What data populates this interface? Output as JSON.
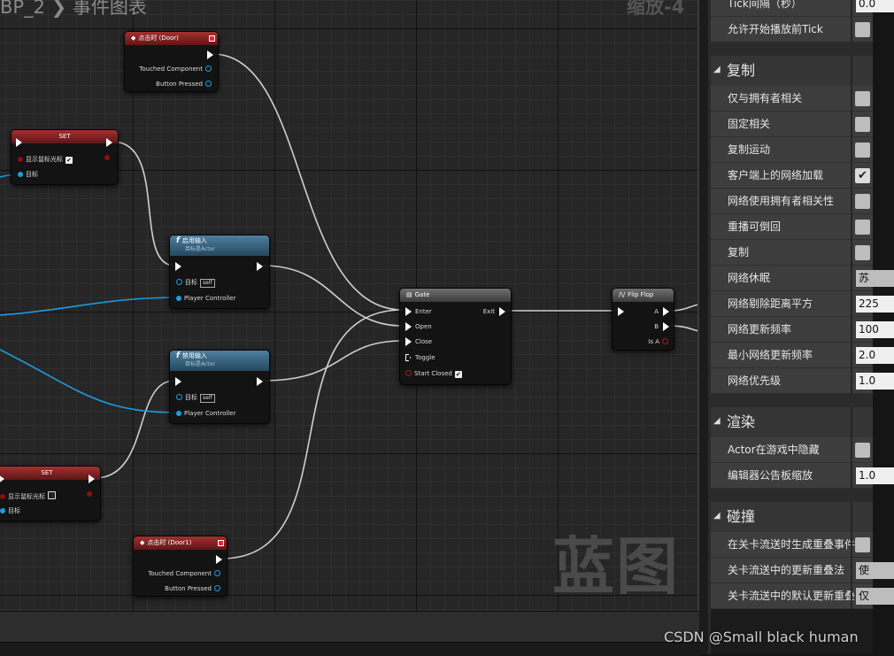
{
  "graph": {
    "breadcrumb": "BP_2 ❯ 事件图表",
    "zoom": "缩放-4",
    "watermark": "蓝图"
  },
  "nodes": {
    "click_door": {
      "title": "点击时 (Door)",
      "pins": [
        "Touched Component",
        "Button Pressed"
      ]
    },
    "set_top": {
      "title": "SET",
      "pins": [
        "显示鼠标光标",
        "目标"
      ]
    },
    "enable_input": {
      "title": "启用输入",
      "subtitle": "目标是Actor",
      "pins": [
        "目标",
        "self",
        "Player Controller"
      ]
    },
    "disable_input": {
      "title": "禁用输入",
      "subtitle": "目标是Actor",
      "pins": [
        "目标",
        "self",
        "Player Controller"
      ]
    },
    "set_bottom": {
      "title": "SET",
      "pins": [
        "显示鼠标光标",
        "目标"
      ]
    },
    "click_door1": {
      "title": "点击时 (Door1)",
      "pins": [
        "Touched Component",
        "Button Pressed"
      ]
    },
    "gate": {
      "title": "Gate",
      "pins": [
        "Enter",
        "Open",
        "Close",
        "Toggle",
        "Start Closed",
        "Exit"
      ]
    },
    "flipflop": {
      "title": "Flip Flop",
      "pins": [
        "A",
        "B",
        "Is A"
      ]
    }
  },
  "panel": {
    "rows_top": [
      {
        "label": "Tick间隔（秒）",
        "value": "0.0"
      },
      {
        "label": "允许开始播放前Tick",
        "check": false
      }
    ],
    "sections": [
      {
        "title": "复制",
        "rows": [
          {
            "label": "仅与拥有者相关",
            "check": false
          },
          {
            "label": "固定相关",
            "check": false
          },
          {
            "label": "复制运动",
            "check": false
          },
          {
            "label": "客户端上的网络加载",
            "check": true
          },
          {
            "label": "网络使用拥有者相关性",
            "check": false
          },
          {
            "label": "重播可倒回",
            "check": false
          },
          {
            "label": "复制",
            "check": false
          },
          {
            "label": "网络休眠",
            "value": "苏"
          },
          {
            "label": "网络剔除距离平方",
            "value": "225"
          },
          {
            "label": "网络更新频率",
            "value": "100"
          },
          {
            "label": "最小网络更新频率",
            "value": "2.0"
          },
          {
            "label": "网络优先级",
            "value": "1.0"
          }
        ]
      },
      {
        "title": "渲染",
        "rows": [
          {
            "label": "Actor在游戏中隐藏",
            "check": false
          },
          {
            "label": "编辑器公告板缩放",
            "value": "1.0"
          }
        ]
      },
      {
        "title": "碰撞",
        "rows": [
          {
            "label": "在关卡流送时生成重叠事件",
            "check": false
          },
          {
            "label": "关卡流送中的更新重叠法",
            "value": "使"
          },
          {
            "label": "关卡流送中的默认更新重叠",
            "value": "仅"
          }
        ]
      }
    ]
  },
  "watermark_text": "CSDN @Small black human"
}
